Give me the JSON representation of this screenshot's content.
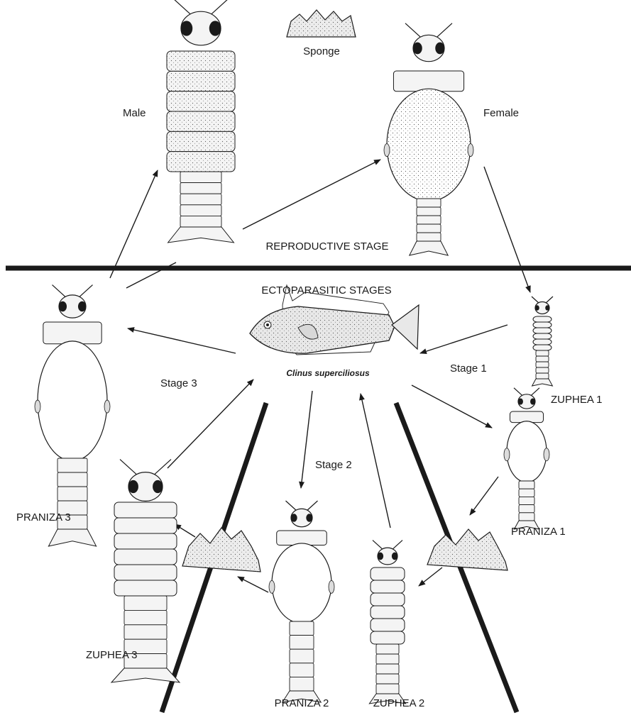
{
  "labels": {
    "male": "Male",
    "sponge": "Sponge",
    "female": "Female",
    "reproductive_stage": "REPRODUCTIVE STAGE",
    "ectoparasitic_stages": "ECTOPARASITIC STAGES",
    "host_species": "Clinus superciliosus",
    "stage_1": "Stage 1",
    "stage_2": "Stage 2",
    "stage_3": "Stage 3",
    "zuphea_1": "ZUPHEA 1",
    "praniza_1": "PRANIZA 1",
    "zuphea_2": "ZUPHEA 2",
    "praniza_2": "PRANIZA 2",
    "zuphea_3": "ZUPHEA 3",
    "praniza_3": "PRANIZA 3"
  },
  "colors": {
    "ink": "#1a1a1a",
    "body_fill": "#f4f4f4",
    "sponge_fill": "#ececec",
    "divider": "#1a1a1a"
  }
}
